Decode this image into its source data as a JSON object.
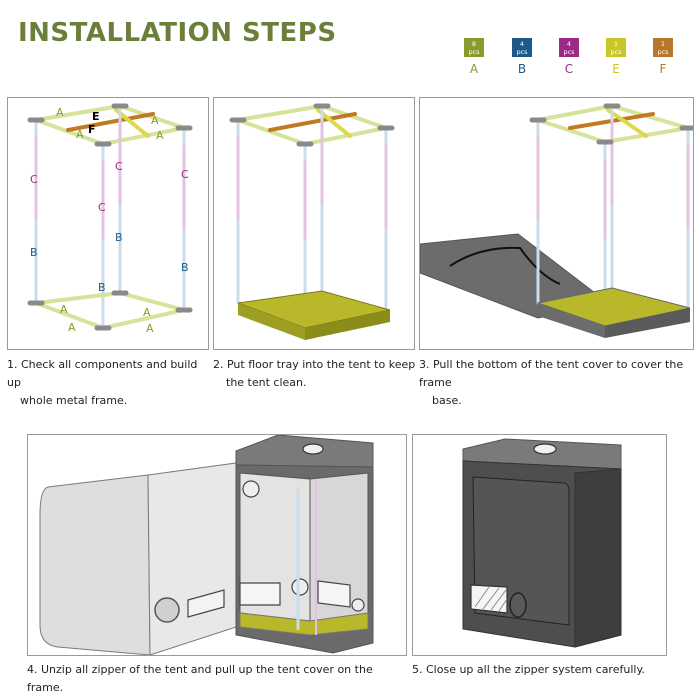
{
  "title": "INSTALLATION STEPS",
  "legend": [
    {
      "count": "8",
      "unit": "pcs",
      "letter": "A",
      "color": "#8a9a2e"
    },
    {
      "count": "4",
      "unit": "pcs",
      "letter": "B",
      "color": "#1d5a8a"
    },
    {
      "count": "4",
      "unit": "pcs",
      "letter": "C",
      "color": "#9b2a86"
    },
    {
      "count": "1",
      "unit": "pcs",
      "letter": "E",
      "color": "#c9c62a"
    },
    {
      "count": "1",
      "unit": "pcs",
      "letter": "F",
      "color": "#b8762a"
    }
  ],
  "steps": [
    {
      "line1": "1. Check all components and build up",
      "line2": "whole metal frame."
    },
    {
      "line1": "2. Put floor tray into the tent to keep",
      "line2": "the tent clean."
    },
    {
      "line1": "3. Pull the bottom of the tent cover to cover the frame",
      "line2": "base."
    },
    {
      "line1": "4. Unzip all zipper of the tent and pull up the tent cover on the frame.",
      "line2": ""
    },
    {
      "line1": "5. Close up all the zipper system carefully.",
      "line2": ""
    }
  ],
  "frame_labels": {
    "a": "A",
    "b": "B",
    "c": "C",
    "e": "E",
    "f": "F"
  }
}
